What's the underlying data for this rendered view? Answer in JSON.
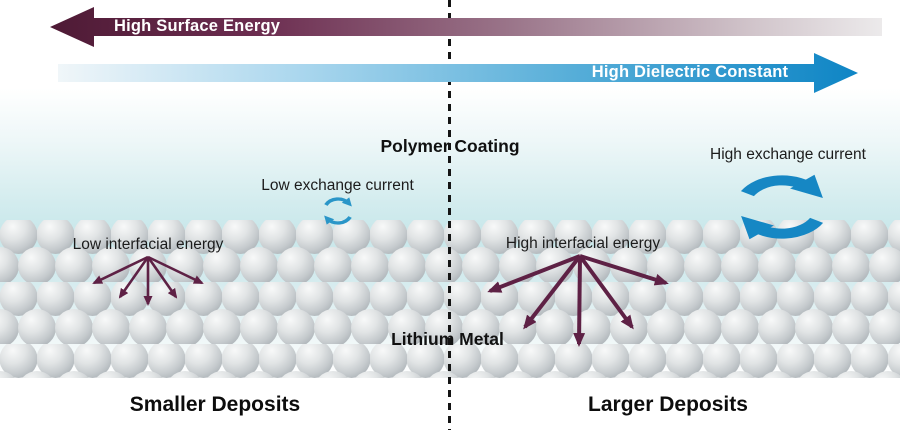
{
  "arrows": {
    "surface_energy": {
      "label": "High Surface Energy",
      "direction": "left",
      "color": "#5a1f3e"
    },
    "dielectric": {
      "label": "High Dielectric Constant",
      "direction": "right",
      "color": "#0f87c6"
    }
  },
  "labels": {
    "polymer_coating": "Polymer Coating",
    "lithium_metal": "Lithium Metal",
    "low_exchange": "Low exchange current",
    "high_exchange": "High exchange current",
    "low_interfacial": "Low interfacial energy",
    "high_interfacial": "High interfacial energy",
    "smaller_deposits": "Smaller Deposits",
    "larger_deposits": "Larger Deposits"
  },
  "icons": {
    "low_exchange": "cycle-arrows-icon-small",
    "high_exchange": "cycle-arrows-icon-large",
    "low_interfacial": "radiating-arrows-icon-small",
    "high_interfacial": "radiating-arrows-icon-large"
  },
  "colors": {
    "surface_energy_maroon": "#5a1f3e",
    "dielectric_blue": "#0f87c6",
    "exchange_current_blue": "#1e8fc6",
    "interfacial_maroon": "#5e2145",
    "electrolyte_teal": "#c8e7ea",
    "sphere_gray": "#b9bfc3",
    "text": "#1a1a1a"
  }
}
